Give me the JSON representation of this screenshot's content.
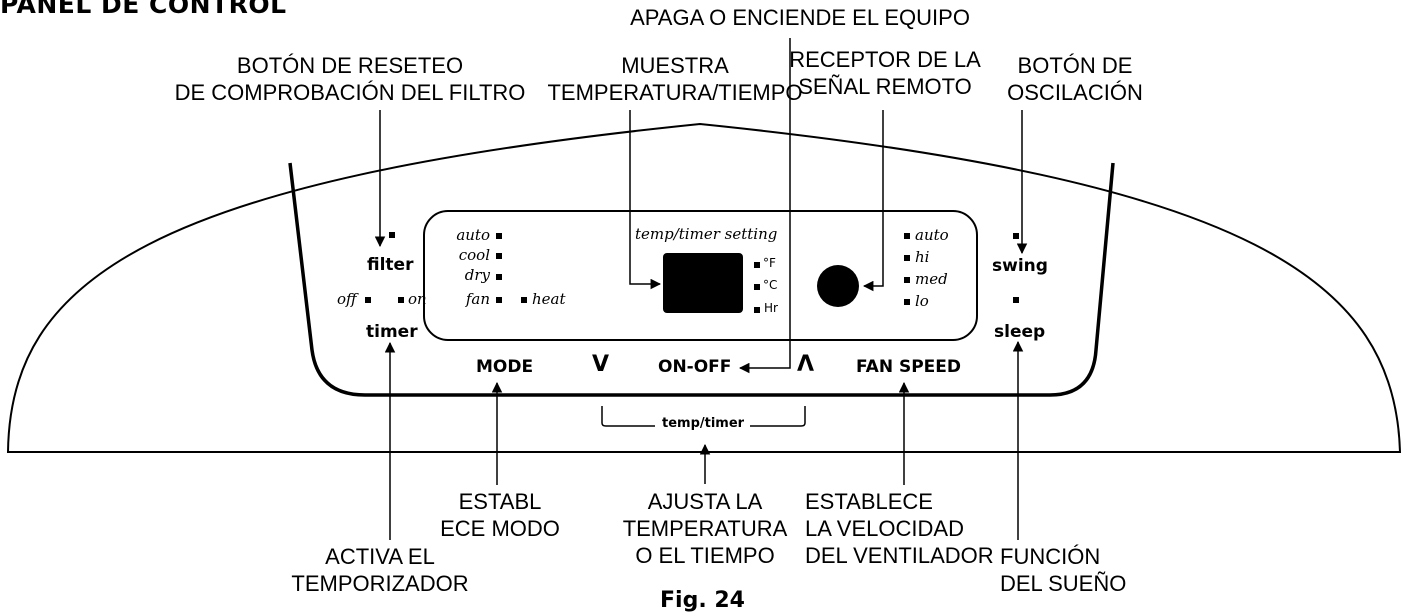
{
  "heading": "PANEL DE CONTROL",
  "figure_caption": "Fig. 24",
  "callouts": {
    "power": "APAGA O ENCIENDE EL EQUIPO",
    "filter_reset": "BOTÓN DE RESETEO\nDE COMPROBACIÓN DEL FILTRO",
    "display": "MUESTRA\nTEMPERATURA/TIEMPO",
    "remote": "RECEPTOR DE LA\nSEÑAL REMOTO",
    "swing": "BOTÓN DE\nOSCILACIÓN",
    "timer": "ACTIVA EL\nTEMPORIZADOR",
    "mode": "ESTABL\nECE MODO",
    "temp_timer": "AJUSTA LA\nTEMPERATURA\nO EL TIEMPO",
    "fan_speed": "ESTABLECE\nLA VELOCIDAD\nDEL VENTILADOR",
    "sleep": "FUNCIÓN\nDEL SUEÑO"
  },
  "panel": {
    "filter_label": "filter",
    "timer_label": "timer",
    "timer_off": "off",
    "timer_on": "on",
    "mode_indicators": [
      "auto",
      "cool",
      "dry",
      "fan"
    ],
    "heat": "heat",
    "display_label": "temp/timer setting",
    "units": [
      "°F",
      "°C",
      "Hr"
    ],
    "fan_indicators": [
      "auto",
      "hi",
      "med",
      "lo"
    ],
    "swing_label": "swing",
    "sleep_label": "sleep",
    "mode_button": "MODE",
    "down_button": "V",
    "onoff_button": "ON-OFF",
    "up_button": "Λ",
    "fan_button": "FAN SPEED",
    "bracket_label": "temp/timer"
  }
}
